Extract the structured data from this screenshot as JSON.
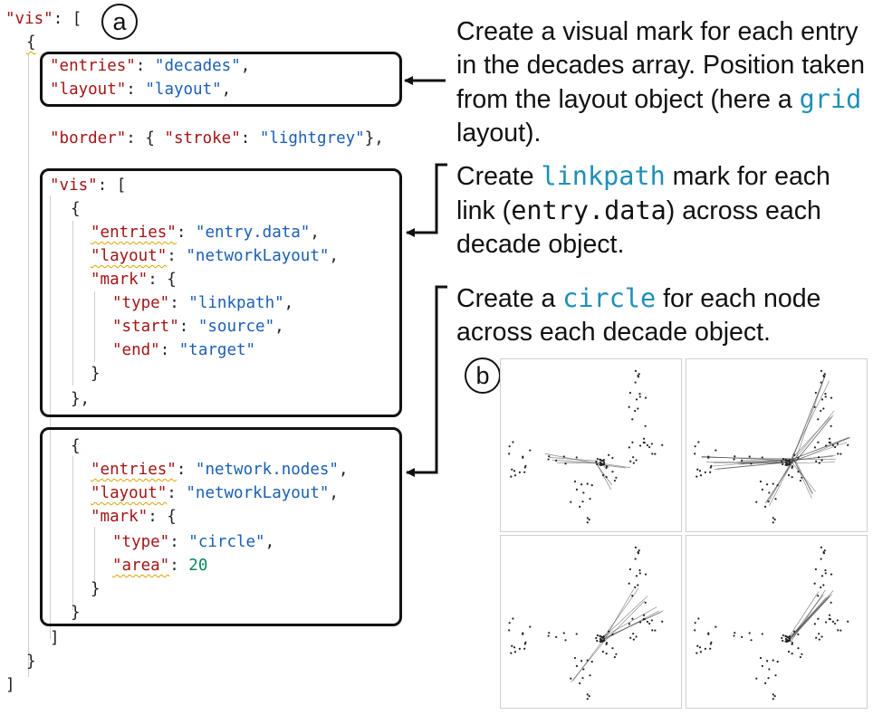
{
  "badges": {
    "a": "a",
    "b": "b"
  },
  "code": {
    "l1_key": "\"vis\"",
    "l1_rest": ": [",
    "l2": "{",
    "l3_key": "\"entries\"",
    "l3_val": "\"decades\"",
    "l4_key": "\"layout\"",
    "l4_val": "\"layout\"",
    "l5_key": "\"border\"",
    "l5_open": ": { ",
    "l5_k2": "\"stroke\"",
    "l5_val": "\"lightgrey\"",
    "l5_close": "},",
    "l6_key": "\"vis\"",
    "l6_rest": ": [",
    "l7": "{",
    "l8_key": "\"entries\"",
    "l8_val": "\"entry.data\"",
    "l9_key": "\"layout\"",
    "l9_val": "\"networkLayout\"",
    "l10_key": "\"mark\"",
    "l10_rest": ": {",
    "l11_key": "\"type\"",
    "l11_val": "\"linkpath\"",
    "l12_key": "\"start\"",
    "l12_val": "\"source\"",
    "l13_key": "\"end\"",
    "l13_val": "\"target\"",
    "l14": "}",
    "l15": "},",
    "l16": "{",
    "l17_key": "\"entries\"",
    "l17_val": "\"network.nodes\"",
    "l18_key": "\"layout\"",
    "l18_val": "\"networkLayout\"",
    "l19_key": "\"mark\"",
    "l19_rest": ": {",
    "l20_key": "\"type\"",
    "l20_val": "\"circle\"",
    "l21_key": "\"area\"",
    "l21_val": "20",
    "l22": "}",
    "l23": "}",
    "l24": "]",
    "l25": "}",
    "l26": "]"
  },
  "notes": {
    "n1_a": "Create a visual mark for each entry in the decades array. Position taken from the layout object (here a ",
    "n1_code": "grid",
    "n1_b": " layout).",
    "n2_a": "Create ",
    "n2_code": "linkpath",
    "n2_b": " mark for each link (",
    "n2_code2": "entry.data",
    "n2_c": ") across each decade object.",
    "n3_a": "Create a ",
    "n3_code": "circle",
    "n3_b": " for each node across each decade object."
  }
}
